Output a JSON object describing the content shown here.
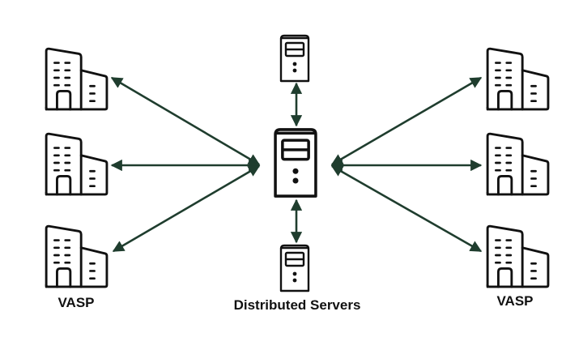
{
  "diagram": {
    "center_node": {
      "type": "server",
      "role": "central"
    },
    "server_nodes": [
      {
        "id": "server-top",
        "type": "server"
      },
      {
        "id": "server-bottom",
        "type": "server"
      }
    ],
    "left_group": {
      "label": "VASP",
      "nodes": [
        {
          "id": "vasp-left-1",
          "type": "building"
        },
        {
          "id": "vasp-left-2",
          "type": "building"
        },
        {
          "id": "vasp-left-3",
          "type": "building"
        }
      ]
    },
    "right_group": {
      "label": "VASP",
      "nodes": [
        {
          "id": "vasp-right-1",
          "type": "building"
        },
        {
          "id": "vasp-right-2",
          "type": "building"
        },
        {
          "id": "vasp-right-3",
          "type": "building"
        }
      ]
    },
    "servers_label": "Distributed Servers",
    "connections": [
      {
        "from": "center",
        "to": "vasp-left-1",
        "bidirectional": true
      },
      {
        "from": "center",
        "to": "vasp-left-2",
        "bidirectional": true
      },
      {
        "from": "center",
        "to": "vasp-left-3",
        "bidirectional": true
      },
      {
        "from": "center",
        "to": "vasp-right-1",
        "bidirectional": true
      },
      {
        "from": "center",
        "to": "vasp-right-2",
        "bidirectional": true
      },
      {
        "from": "center",
        "to": "vasp-right-3",
        "bidirectional": true
      },
      {
        "from": "center",
        "to": "server-top",
        "bidirectional": true
      },
      {
        "from": "center",
        "to": "server-bottom",
        "bidirectional": true
      }
    ],
    "colors": {
      "arrow": "#1f3d2e",
      "icon_stroke": "#111111",
      "background": "#ffffff"
    }
  }
}
